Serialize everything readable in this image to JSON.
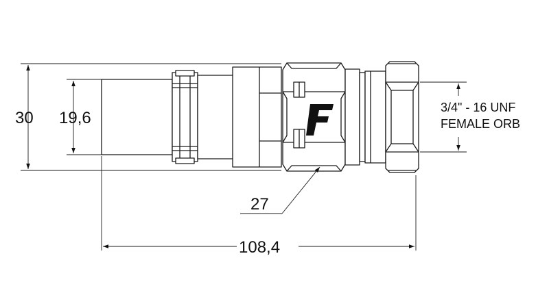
{
  "diagram": {
    "dimensions": {
      "outer_diameter": "30",
      "sleeve_diameter": "19,6",
      "hex_size": "27",
      "overall_length": "108,4"
    },
    "thread_callout": {
      "line1": "3/4\" - 16 UNF",
      "line2": "FEMALE ORB"
    },
    "logo_letter": "F",
    "colors": {
      "line": "#1a1a1a",
      "background": "#ffffff"
    }
  }
}
